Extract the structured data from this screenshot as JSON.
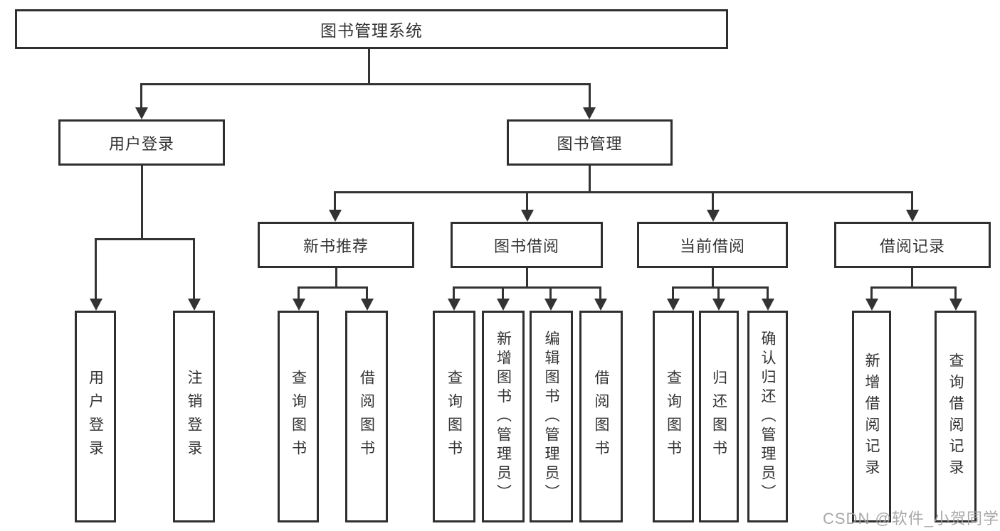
{
  "nodes": {
    "root": "图书管理系统",
    "user_login": "用户登录",
    "book_mgmt": "图书管理",
    "new_book_rec": "新书推荐",
    "book_borrow": "图书借阅",
    "current_borrow": "当前借阅",
    "borrow_record": "借阅记录",
    "leaf_user_login": "用户登录",
    "leaf_logout": "注销登录",
    "leaf_query_book_1": "查询图书",
    "leaf_borrow_book_1": "借阅图书",
    "leaf_query_book_2": "查询图书",
    "leaf_add_book": "新增图书（管理员）",
    "leaf_edit_book": "编辑图书（管理员）",
    "leaf_borrow_book_2": "借阅图书",
    "leaf_query_book_3": "查询图书",
    "leaf_return_book": "归还图书",
    "leaf_confirm_return": "确认归还（管理员）",
    "leaf_add_record": "新增借阅记录",
    "leaf_query_record": "查询借阅记录"
  },
  "hierarchy": [
    {
      "parent": "图书管理系统",
      "children": [
        "用户登录",
        "图书管理"
      ]
    },
    {
      "parent": "用户登录",
      "children": [
        "用户登录",
        "注销登录"
      ]
    },
    {
      "parent": "图书管理",
      "children": [
        "新书推荐",
        "图书借阅",
        "当前借阅",
        "借阅记录"
      ]
    },
    {
      "parent": "新书推荐",
      "children": [
        "查询图书",
        "借阅图书"
      ]
    },
    {
      "parent": "图书借阅",
      "children": [
        "查询图书",
        "新增图书（管理员）",
        "编辑图书（管理员）",
        "借阅图书"
      ]
    },
    {
      "parent": "当前借阅",
      "children": [
        "查询图书",
        "归还图书",
        "确认归还（管理员）"
      ]
    },
    {
      "parent": "借阅记录",
      "children": [
        "新增借阅记录",
        "查询借阅记录"
      ]
    }
  ],
  "watermark": "CSDN @软件_小贺同学",
  "colors": {
    "line": "#333333",
    "box_border": "#2f2f2f",
    "box_bg": "#ffffff",
    "text": "#333333",
    "watermark": "#a2a2a2"
  }
}
